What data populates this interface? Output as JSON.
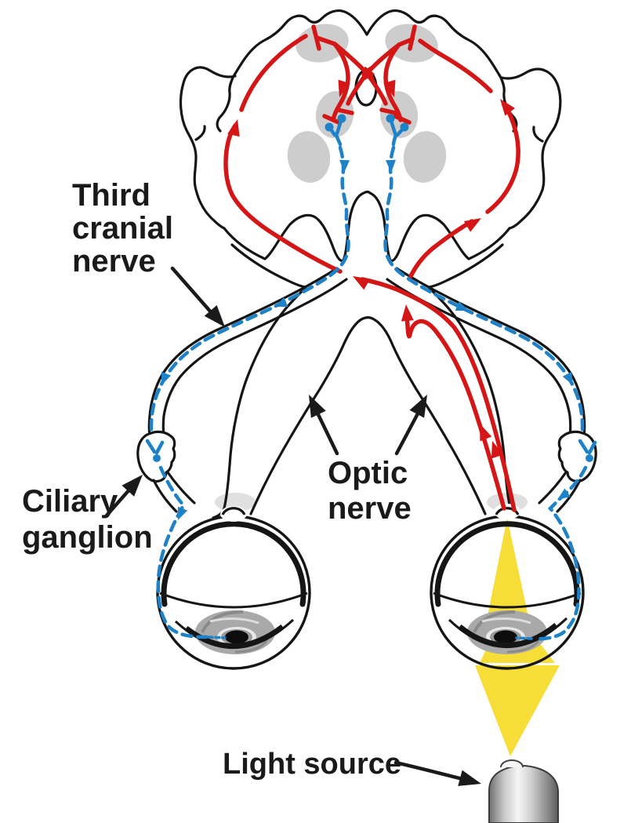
{
  "diagram": {
    "labels": {
      "third_cranial_nerve": {
        "line1": "Third",
        "line2": "cranial",
        "line3": "nerve"
      },
      "ciliary_ganglion": {
        "line1": "Ciliary",
        "line2": "ganglion"
      },
      "optic_nerve": {
        "line1": "Optic",
        "line2": "nerve"
      },
      "light_source": {
        "text": "Light source"
      }
    },
    "colors": {
      "afferent_pathway_red": "#d41616",
      "efferent_pathway_blue": "#1e82c8",
      "light_beam_yellow": "#f6dd38",
      "nuclei_gray": "#cdcdcd",
      "outline_black": "#151515",
      "background": "#ffffff"
    }
  }
}
